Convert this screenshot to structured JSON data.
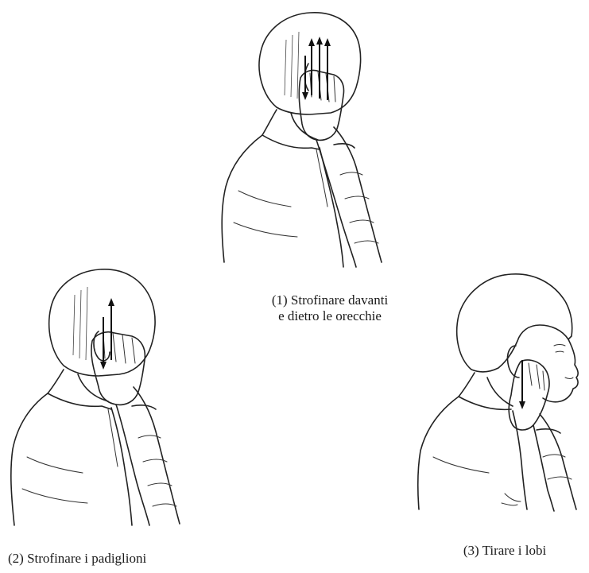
{
  "figures": [
    {
      "id": "fig1",
      "icon": "rub-front-behind-ears-illustration",
      "caption": "(1) Strofinare davanti\ne dietro le orecchie"
    },
    {
      "id": "fig2",
      "icon": "rub-ear-auricles-illustration",
      "caption": "(2) Strofinare i padiglioni"
    },
    {
      "id": "fig3",
      "icon": "pull-earlobes-illustration",
      "caption": "(3) Tirare i lobi"
    }
  ],
  "colors": {
    "ink": "#222222",
    "background": "#ffffff"
  }
}
